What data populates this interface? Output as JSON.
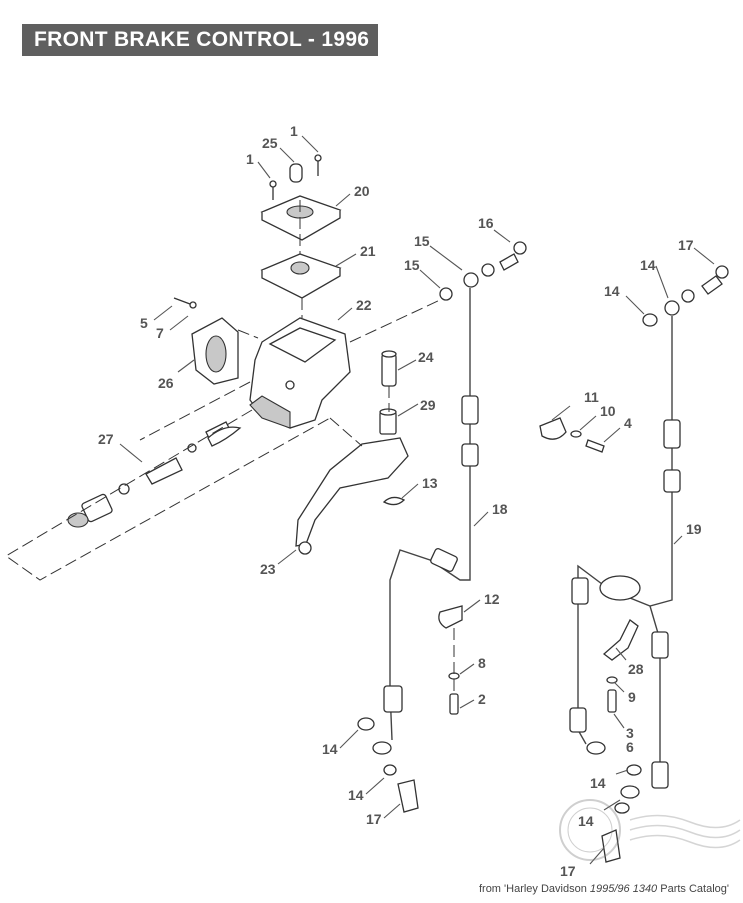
{
  "title": "FRONT BRAKE CONTROL - 1996",
  "credit": {
    "prefix": "from ",
    "q1": "'Harley Davidson ",
    "italic": "1995/96 1340",
    "suffix": " Parts Catalog'"
  },
  "callouts": [
    {
      "id": "c-1a",
      "text": "1"
    },
    {
      "id": "c-1b",
      "text": "1"
    },
    {
      "id": "c-25",
      "text": "25"
    },
    {
      "id": "c-20",
      "text": "20"
    },
    {
      "id": "c-21",
      "text": "21"
    },
    {
      "id": "c-22",
      "text": "22"
    },
    {
      "id": "c-5",
      "text": "5"
    },
    {
      "id": "c-7",
      "text": "7"
    },
    {
      "id": "c-26",
      "text": "26"
    },
    {
      "id": "c-24",
      "text": "24"
    },
    {
      "id": "c-29",
      "text": "29"
    },
    {
      "id": "c-27",
      "text": "27"
    },
    {
      "id": "c-13",
      "text": "13"
    },
    {
      "id": "c-23",
      "text": "23"
    },
    {
      "id": "c-16",
      "text": "16"
    },
    {
      "id": "c-15a",
      "text": "15"
    },
    {
      "id": "c-15b",
      "text": "15"
    },
    {
      "id": "c-18",
      "text": "18"
    },
    {
      "id": "c-12",
      "text": "12"
    },
    {
      "id": "c-8",
      "text": "8"
    },
    {
      "id": "c-2",
      "text": "2"
    },
    {
      "id": "c-14a",
      "text": "14"
    },
    {
      "id": "c-14b",
      "text": "14"
    },
    {
      "id": "c-17a",
      "text": "17"
    },
    {
      "id": "c-17b",
      "text": "17"
    },
    {
      "id": "c-14c",
      "text": "14"
    },
    {
      "id": "c-14d",
      "text": "14"
    },
    {
      "id": "c-11",
      "text": "11"
    },
    {
      "id": "c-10",
      "text": "10"
    },
    {
      "id": "c-4",
      "text": "4"
    },
    {
      "id": "c-19",
      "text": "19"
    },
    {
      "id": "c-28",
      "text": "28"
    },
    {
      "id": "c-9",
      "text": "9"
    },
    {
      "id": "c-3",
      "text": "3"
    },
    {
      "id": "c-6",
      "text": "6"
    },
    {
      "id": "c-14e",
      "text": "14"
    },
    {
      "id": "c-14f",
      "text": "14"
    },
    {
      "id": "c-17c",
      "text": "17"
    }
  ]
}
